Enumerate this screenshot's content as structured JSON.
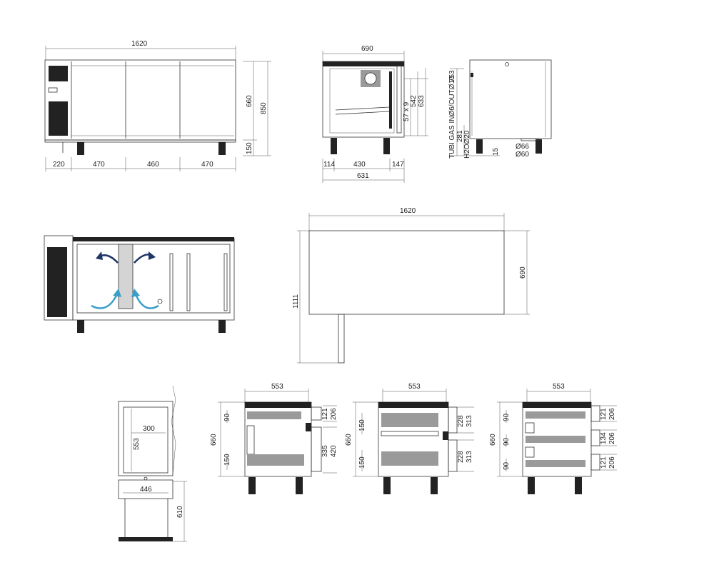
{
  "colors": {
    "line": "#333333",
    "accent_arrow_dark": "#1f3566",
    "accent_arrow_light": "#3b9fc9",
    "fill_dark": "#222222"
  },
  "front": {
    "width": "1620",
    "height_total": "850",
    "height_body": "660",
    "leg": "150",
    "w1": "220",
    "w2": "470",
    "w3": "460",
    "w4": "470"
  },
  "side": {
    "width": "690",
    "w_left": "114",
    "w_mid": "430",
    "w_right": "147",
    "w_total": "631",
    "h1": "57 x 9",
    "h2": "542",
    "h3": "633"
  },
  "rear": {
    "h_total": "753",
    "gas_label": "TUBI GAS INØ6/OUTØ10",
    "h_281": "281",
    "water": "H2OØ20",
    "d15": "15",
    "d66": "Ø66",
    "d60": "Ø60"
  },
  "plan": {
    "width": "1620",
    "depth": "690",
    "open_depth": "1111"
  },
  "drawer": {
    "w300": "300",
    "h553": "553",
    "w446": "446",
    "h610": "610"
  },
  "sections": [
    {
      "id": "s1",
      "width": "553",
      "height": "660",
      "l1": "90",
      "l2": "150",
      "r1": "121",
      "r2": "206",
      "r3": "335",
      "r4": "420"
    },
    {
      "id": "s2",
      "width": "553",
      "height": "660",
      "l1": "150",
      "l2": "150",
      "r1": "228",
      "r2": "313",
      "r3": "228",
      "r4": "313"
    },
    {
      "id": "s3",
      "width": "553",
      "height": "660",
      "l1": "90",
      "l2": "90",
      "l3": "90",
      "r1": "121",
      "r2": "206",
      "r3": "134",
      "r4": "206",
      "r5": "121",
      "r6": "206"
    }
  ]
}
